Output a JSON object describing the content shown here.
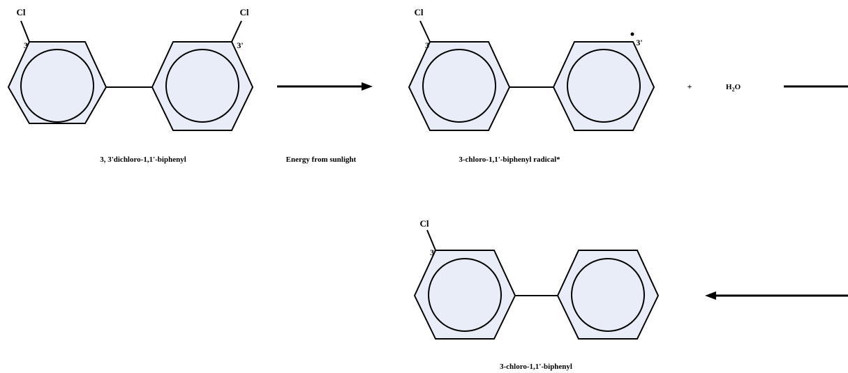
{
  "molecules": {
    "reactant": {
      "name": "3, 3'dichloro-1,1'-biphenyl",
      "substituent_left": "Cl",
      "position_left": "3",
      "substituent_right": "Cl",
      "position_right": "3'"
    },
    "intermediate": {
      "name": "3-chloro-1,1'-biphenyl radical*",
      "substituent_left": "Cl",
      "position_left": "3",
      "position_right": "3'"
    },
    "product": {
      "name": "3-chloro-1,1'-biphenyl",
      "substituent_left": "Cl",
      "position_left": "3"
    }
  },
  "reaction": {
    "arrow1_label": "Energy from sunlight",
    "plus_sign": "+",
    "reagent_prefix": "H",
    "reagent_subscript": "2",
    "reagent_suffix": "O"
  },
  "colors": {
    "ring_fill": "#e8edf7",
    "stroke": "#000000"
  }
}
